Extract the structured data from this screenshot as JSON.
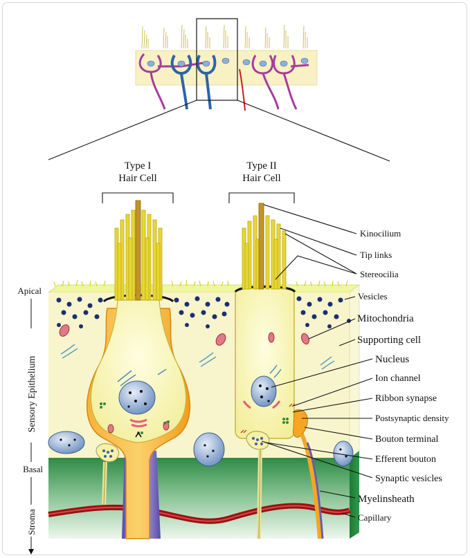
{
  "titles": {
    "type1": [
      "Type I",
      "Hair Cell"
    ],
    "type2": [
      "Type II",
      "Hair Cell"
    ]
  },
  "labels": [
    {
      "key": "kinocilium",
      "text": "Kinocilium",
      "size": 13
    },
    {
      "key": "tip-links",
      "text": "Tip links",
      "size": 13
    },
    {
      "key": "stereocilia",
      "text": "Stereocilia",
      "size": 13
    },
    {
      "key": "vesicles",
      "text": "Vesicles",
      "size": 13
    },
    {
      "key": "mitochondria",
      "text": "Mitochondria",
      "size": 15
    },
    {
      "key": "supporting-cell",
      "text": "Supporting cell",
      "size": 15
    },
    {
      "key": "nucleus",
      "text": "Nucleus",
      "size": 15
    },
    {
      "key": "ion-channel",
      "text": "Ion channel",
      "size": 14
    },
    {
      "key": "ribbon-synapse",
      "text": "Ribbon synapse",
      "size": 14
    },
    {
      "key": "postsynaptic-density",
      "text": "Postsynaptic density",
      "size": 13
    },
    {
      "key": "bouton-terminal",
      "text": "Bouton terminal",
      "size": 14
    },
    {
      "key": "efferent-bouton",
      "text": "Efferent bouton",
      "size": 14
    },
    {
      "key": "synaptic-vesicles",
      "text": "Synaptic vesicles",
      "size": 14
    },
    {
      "key": "myelinsheath",
      "text": "Myelinsheath",
      "size": 15
    },
    {
      "key": "capillary",
      "text": "Capillary",
      "size": 13
    }
  ],
  "side_labels": {
    "apical": "Apical",
    "sensory_epithelium": "Sensory Epithelium",
    "basal": "Basal",
    "stroma": "Stroma"
  },
  "colors": {
    "epithelium": "#f7f3c8",
    "epithelium_dark": "#efe8a8",
    "stroma_top": "#3f9a55",
    "stroma_bottom": "#e6f2e4",
    "type1_calyx": "#f5a623",
    "hair_cell_fill": "#fbf9b2",
    "stereocilia": "#d9c91e",
    "nucleus": "#9fb8d8",
    "vesicle": "#1d2f6e",
    "capillary": "#b01818",
    "afferent_nerve": "#6a5bb0"
  }
}
